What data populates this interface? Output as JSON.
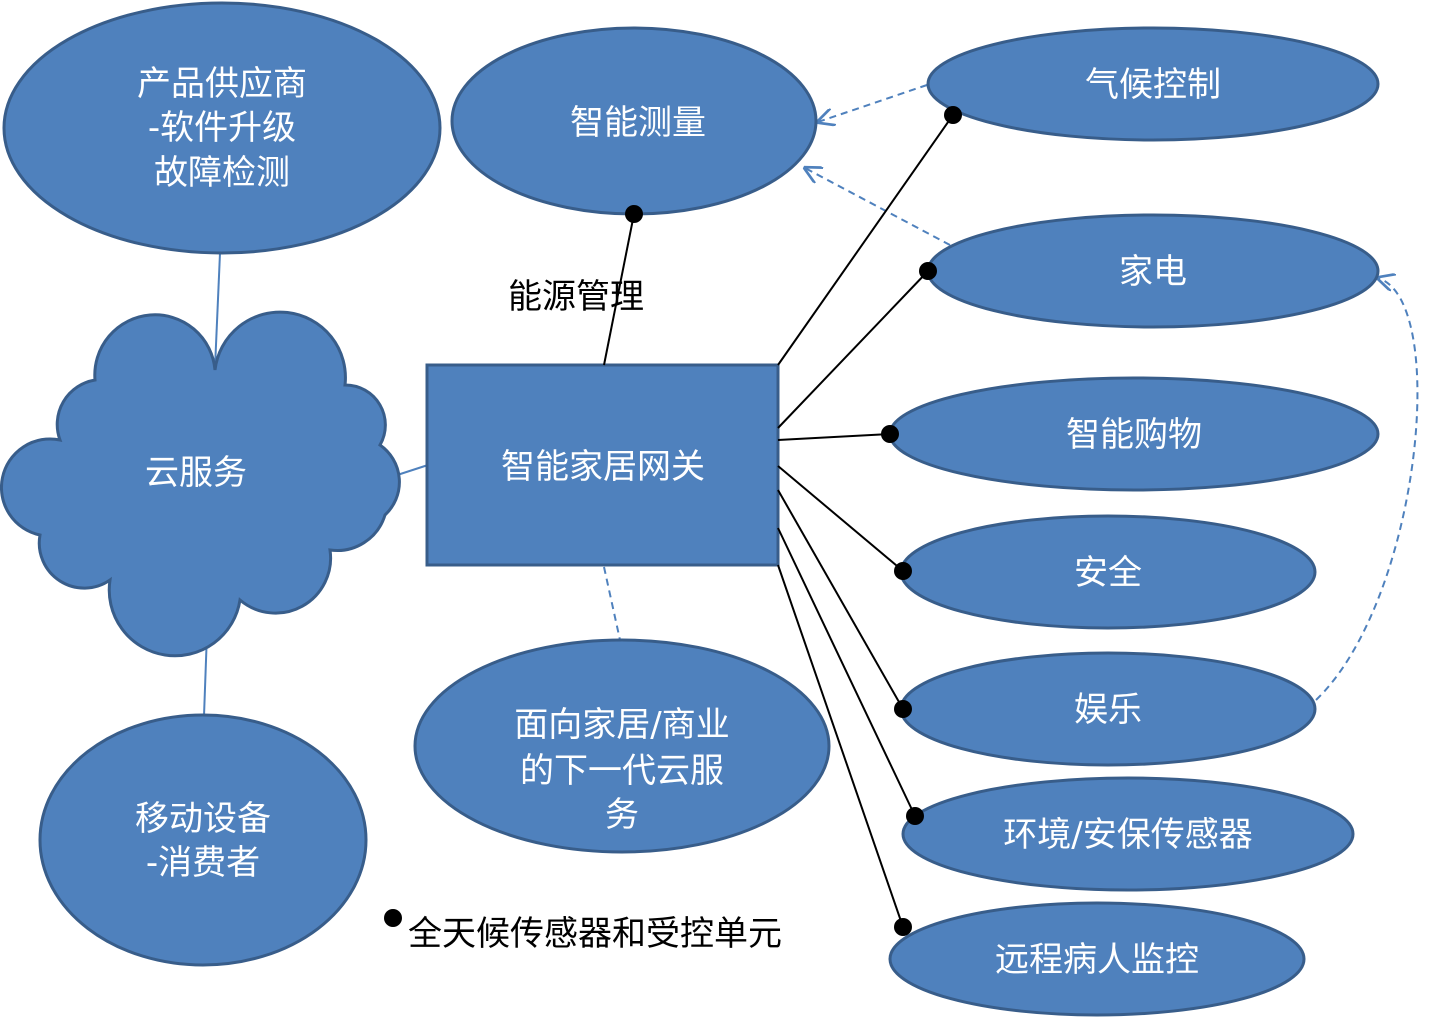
{
  "colors": {
    "node_fill": "#4f81bd",
    "node_stroke": "#385d8a",
    "connector": "#000000"
  },
  "nodes": {
    "supplier": [
      "产品供应商",
      "-软件升级",
      "故障检测"
    ],
    "cloud": "云服务",
    "mobile": [
      "移动设备",
      "-消费者"
    ],
    "gateway": "智能家居网关",
    "metering": "智能测量",
    "next_cloud": [
      "面向家居/商业",
      "的下一代云服",
      "务"
    ],
    "climate": "气候控制",
    "appliance": "家电",
    "shopping": "智能购物",
    "security": "安全",
    "entertainment": "娱乐",
    "sensors": "环境/安保传感器",
    "patient": "远程病人监控"
  },
  "labels": {
    "energy": "能源管理",
    "legend": "全天候传感器和受控单元"
  }
}
